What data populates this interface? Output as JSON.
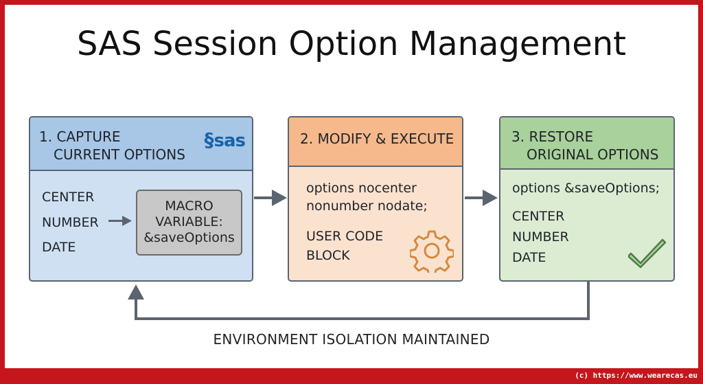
{
  "title": "SAS Session Option Management",
  "steps": [
    {
      "heading_line1": "1. CAPTURE",
      "heading_line2": "CURRENT OPTIONS",
      "logo": "sas",
      "options": [
        "CENTER",
        "NUMBER",
        "DATE"
      ],
      "macro": [
        "MACRO",
        "VARIABLE:",
        "&saveOptions"
      ]
    },
    {
      "heading_line1": "2. MODIFY & EXECUTE",
      "code_line1": "options nocenter",
      "code_line2": "nonumber nodate;",
      "block_line1": "USER CODE",
      "block_line2": "BLOCK",
      "icon": "gear-icon"
    },
    {
      "heading_line1": "3. RESTORE",
      "heading_line2": "ORIGINAL OPTIONS",
      "code_line1": "options &saveOptions;",
      "options": [
        "CENTER",
        "NUMBER",
        "DATE"
      ],
      "icon": "checkmark-icon"
    }
  ],
  "footer": "ENVIRONMENT ISOLATION MAINTAINED",
  "copyright": "(c) https://www.wearecas.eu",
  "colors": {
    "frame": "#c4161c",
    "step1_header": "#a8c7e6",
    "step2_header": "#f6b98c",
    "step3_header": "#a9d19b",
    "arrow": "#5b6470"
  }
}
